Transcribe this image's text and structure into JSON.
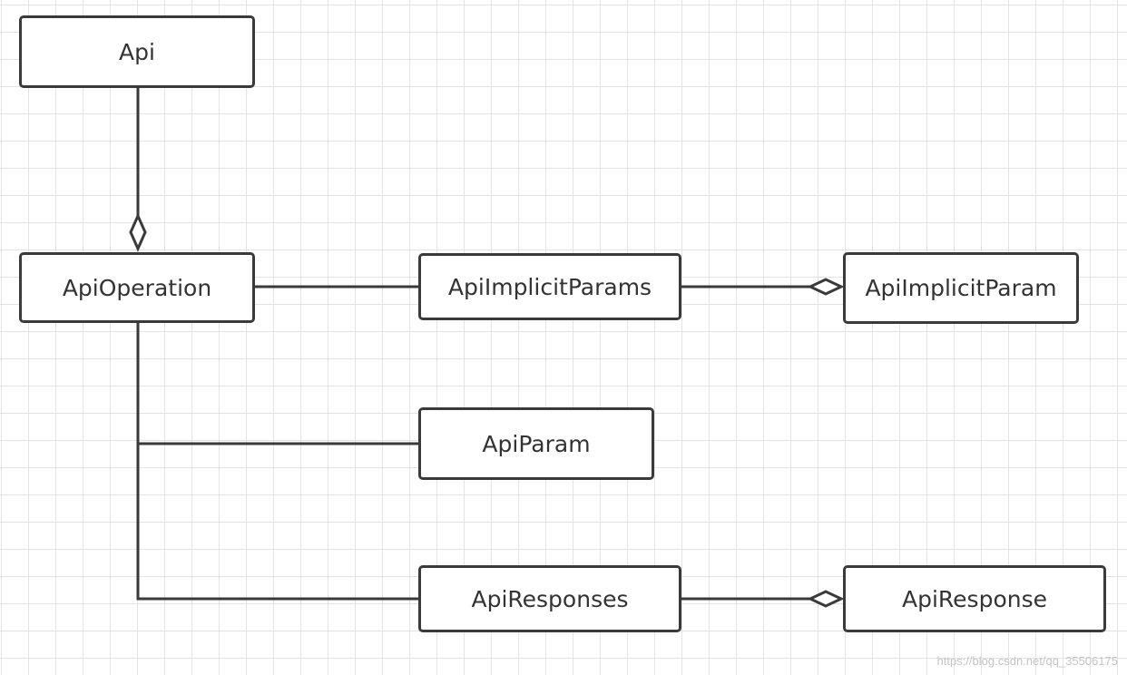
{
  "diagram": {
    "colors": {
      "line": "#3a3a3a",
      "node_border": "#3a3a3a",
      "node_fill": "#ffffff",
      "grid": "#e3e3e3",
      "text": "#333333"
    },
    "nodes": {
      "api": {
        "label": "Api"
      },
      "api_operation": {
        "label": "ApiOperation"
      },
      "api_implicit_params": {
        "label": "ApiImplicitParams"
      },
      "api_implicit_param": {
        "label": "ApiImplicitParam"
      },
      "api_param": {
        "label": "ApiParam"
      },
      "api_responses": {
        "label": "ApiResponses"
      },
      "api_response": {
        "label": "ApiResponse"
      }
    },
    "edges": [
      {
        "from": "api",
        "to": "api_operation",
        "end": "open-diamond"
      },
      {
        "from": "api_operation",
        "to": "api_implicit_params",
        "end": "none"
      },
      {
        "from": "api_implicit_params",
        "to": "api_implicit_param",
        "end": "open-diamond"
      },
      {
        "from": "api_operation",
        "to": "api_param",
        "end": "none"
      },
      {
        "from": "api_operation",
        "to": "api_responses",
        "end": "none"
      },
      {
        "from": "api_responses",
        "to": "api_response",
        "end": "open-diamond"
      }
    ]
  },
  "watermark": "https://blog.csdn.net/qq_35506175"
}
